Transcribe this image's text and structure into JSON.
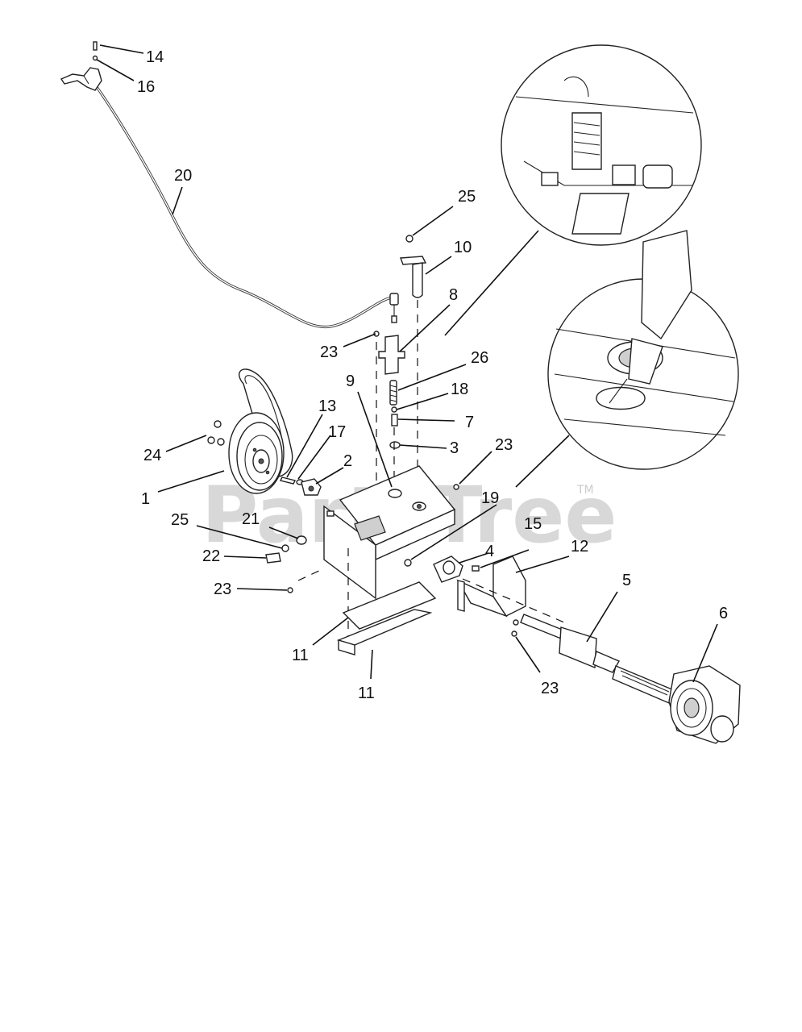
{
  "watermark": {
    "text": "PartsTree",
    "trademark": "TM"
  },
  "callouts": [
    {
      "id": "c14",
      "label": "14"
    },
    {
      "id": "c16",
      "label": "16"
    },
    {
      "id": "c20",
      "label": "20"
    },
    {
      "id": "c25a",
      "label": "25"
    },
    {
      "id": "c10",
      "label": "10"
    },
    {
      "id": "c8",
      "label": "8"
    },
    {
      "id": "c23a",
      "label": "23"
    },
    {
      "id": "c26",
      "label": "26"
    },
    {
      "id": "c9",
      "label": "9"
    },
    {
      "id": "c18",
      "label": "18"
    },
    {
      "id": "c7",
      "label": "7"
    },
    {
      "id": "c13",
      "label": "13"
    },
    {
      "id": "c17",
      "label": "17"
    },
    {
      "id": "c3",
      "label": "3"
    },
    {
      "id": "c23b",
      "label": "23"
    },
    {
      "id": "c24",
      "label": "24"
    },
    {
      "id": "c2",
      "label": "2"
    },
    {
      "id": "c1",
      "label": "1"
    },
    {
      "id": "c19",
      "label": "19"
    },
    {
      "id": "c25b",
      "label": "25"
    },
    {
      "id": "c21",
      "label": "21"
    },
    {
      "id": "c4",
      "label": "4"
    },
    {
      "id": "c15",
      "label": "15"
    },
    {
      "id": "c12",
      "label": "12"
    },
    {
      "id": "c22",
      "label": "22"
    },
    {
      "id": "c23c",
      "label": "23"
    },
    {
      "id": "c5",
      "label": "5"
    },
    {
      "id": "c6",
      "label": "6"
    },
    {
      "id": "c11a",
      "label": "11"
    },
    {
      "id": "c11b",
      "label": "11"
    },
    {
      "id": "c23d",
      "label": "23"
    }
  ]
}
